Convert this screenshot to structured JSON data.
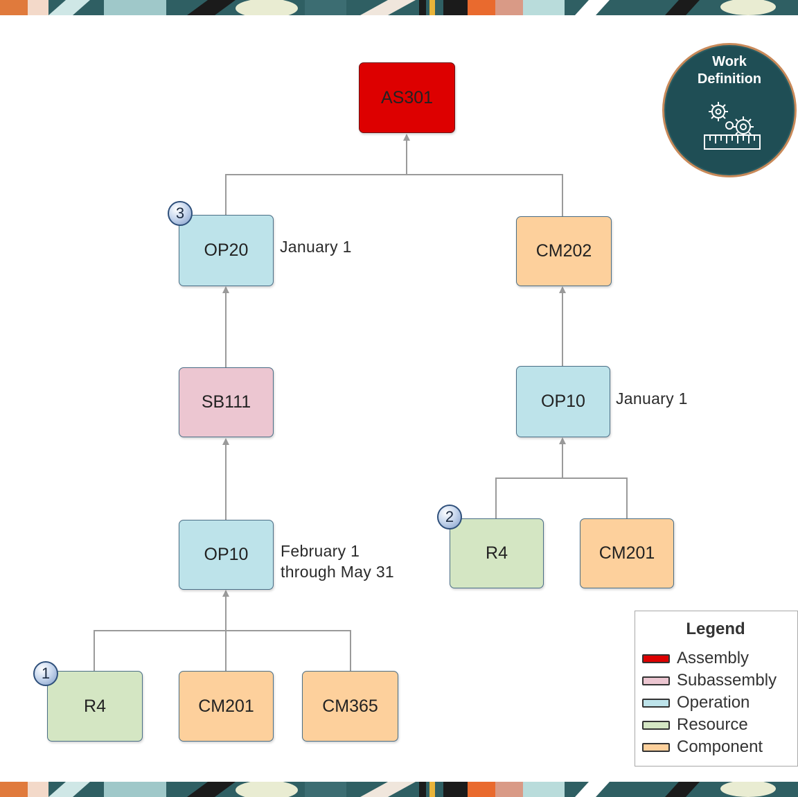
{
  "colors": {
    "assembly": "#dd0000",
    "subassembly": "#ecc6d1",
    "operation": "#bde3ea",
    "resource": "#d4e6c3",
    "component": "#fdd09c",
    "connector": "#9a9a9a",
    "badge_bg": "#1f4e55"
  },
  "nodes": {
    "as301": {
      "label": "AS301",
      "type": "assembly"
    },
    "op20": {
      "label": "OP20",
      "type": "operation"
    },
    "cm202": {
      "label": "CM202",
      "type": "component"
    },
    "sb111": {
      "label": "SB111",
      "type": "subassembly"
    },
    "op10_right": {
      "label": "OP10",
      "type": "operation"
    },
    "op10_left": {
      "label": "OP10",
      "type": "operation"
    },
    "r4_right": {
      "label": "R4",
      "type": "resource"
    },
    "cm201_right": {
      "label": "CM201",
      "type": "component"
    },
    "r4_left": {
      "label": "R4",
      "type": "resource"
    },
    "cm201_left": {
      "label": "CM201",
      "type": "component"
    },
    "cm365": {
      "label": "CM365",
      "type": "component"
    }
  },
  "notes": {
    "op20": "January  1",
    "op10_right": "January  1",
    "op10_left_line1": "February  1",
    "op10_left_line2": "through  May 31"
  },
  "badges": {
    "one": "1",
    "two": "2",
    "three": "3"
  },
  "work_definition": {
    "line1": "Work",
    "line2": "Definition",
    "icon": "gears-ruler-icon"
  },
  "legend": {
    "title": "Legend",
    "items": [
      {
        "label": "Assembly",
        "type": "assembly"
      },
      {
        "label": "Subassembly",
        "type": "subassembly"
      },
      {
        "label": "Operation",
        "type": "operation"
      },
      {
        "label": "Resource",
        "type": "resource"
      },
      {
        "label": "Component",
        "type": "component"
      }
    ]
  }
}
